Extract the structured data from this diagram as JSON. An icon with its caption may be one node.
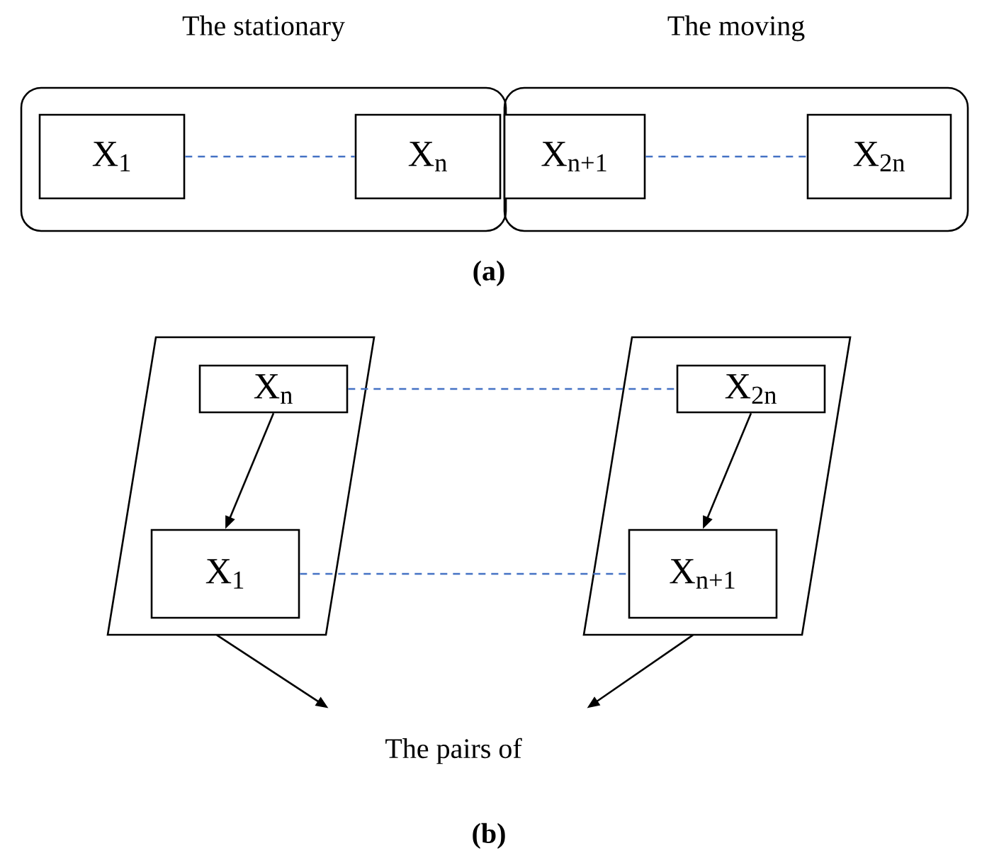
{
  "diagram": {
    "nodes": [
      {
        "text": [
          "The stationary"
        ]
      },
      {
        "text": [
          "X$_{1}$"
        ],
        "in": 0
      },
      {
        "text": [
          "X$_{n}$"
        ],
        "in": 0
      },
      {
        "text": [
          "The moving"
        ]
      },
      {
        "text": [
          "X$_{n+1}$"
        ],
        "in": 3
      },
      {
        "text": [
          "X$_{2n}$"
        ],
        "in": 3
      },
      {
        "text": [],
        "shape": "parallelogram"
      },
      {
        "text": [
          "X$_{n}$"
        ],
        "in": 6
      },
      {
        "text": [
          "X$_{1}$"
        ],
        "in": 6
      },
      {
        "text": [],
        "shape": "parallelogram"
      },
      {
        "text": [
          "X$_{2n}$"
        ],
        "in": 9
      },
      {
        "text": [
          "X$_{n+1}$"
        ],
        "in": 9
      },
      {
        "text": [
          "The pairs of"
        ]
      }
    ],
    "edges": [
      {
        "from": 1,
        "to": 2,
        "arrow": "none",
        "style": "dashed",
        "color": "#4472c4"
      },
      {
        "from": 4,
        "to": 5,
        "arrow": "none",
        "style": "dashed",
        "color": "#4472c4"
      },
      {
        "from": 7,
        "to": 10,
        "arrow": "none",
        "style": "dashed",
        "color": "#4472c4"
      },
      {
        "from": 8,
        "to": 11,
        "arrow": "none",
        "style": "dashed",
        "color": "#4472c4"
      },
      {
        "from": 7,
        "to": 8,
        "arrow": "to",
        "color": "#000000"
      },
      {
        "from": 10,
        "to": 11,
        "arrow": "to",
        "color": "#000000"
      },
      {
        "from": 6,
        "to": 12,
        "arrow": "to",
        "color": "#000000"
      },
      {
        "from": 9,
        "to": 12,
        "arrow": "to",
        "color": "#000000"
      }
    ],
    "labels": [
      "(a)",
      "(b)"
    ]
  }
}
